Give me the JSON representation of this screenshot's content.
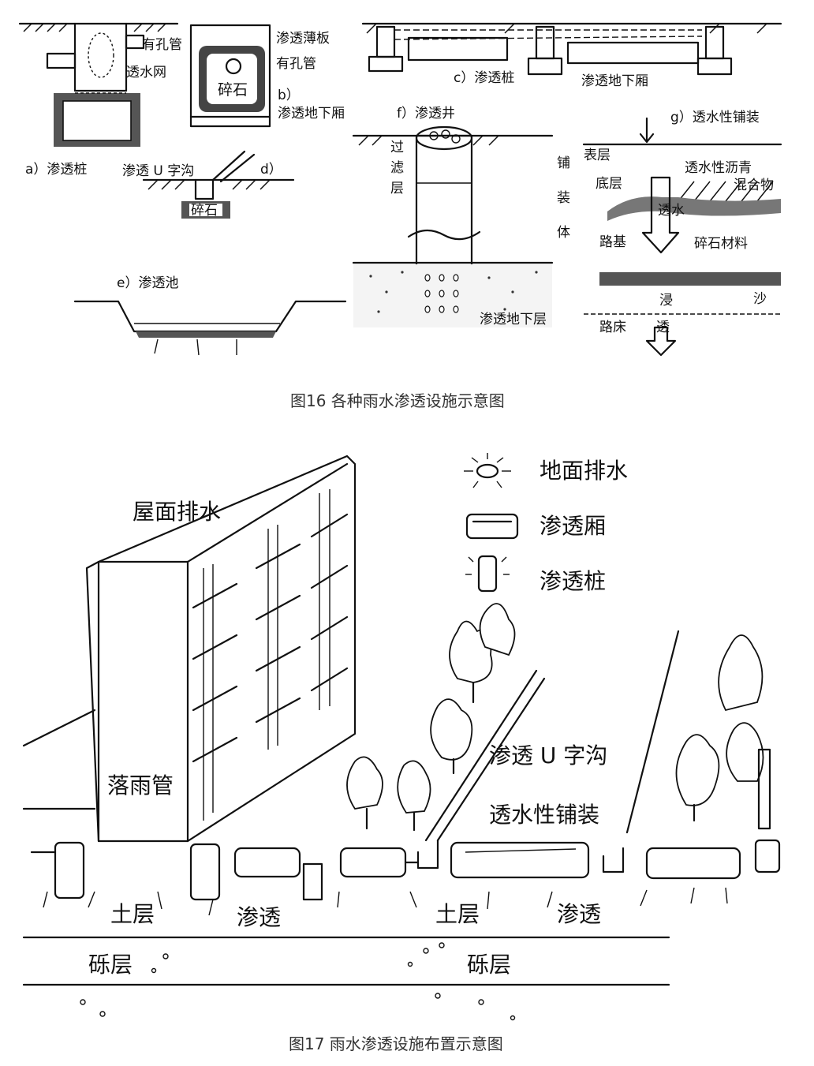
{
  "fig16": {
    "caption": "图16  各种雨水渗透设施示意图",
    "a": {
      "label": "a）渗透桩",
      "pipe": "有孔管",
      "net": "透水网"
    },
    "b": {
      "label": "b）",
      "label2": "渗透地下厢",
      "board": "渗透薄板",
      "pipe": "有孔管",
      "gravel": "碎石"
    },
    "c": {
      "label": "c）渗透桩",
      "chamber": "渗透地下厢"
    },
    "d": {
      "label": "渗透 U 字沟",
      "tag": "d）",
      "gravel": "碎石"
    },
    "e": {
      "label": "e）渗透池"
    },
    "f": {
      "label": "f）渗透井",
      "filter": [
        "过",
        "滤",
        "层"
      ],
      "layer": "渗透地下层",
      "pave": [
        "铺",
        "装",
        "体"
      ]
    },
    "g": {
      "label": "g）透水性铺装",
      "surface": "表层",
      "asphalt": "透水性沥青",
      "base": "底层",
      "mix": "混合物",
      "water": "透水",
      "subgrade": "路基",
      "gravel": "碎石材料",
      "soak": "浸",
      "sand": "沙",
      "bed": "路床",
      "through": "透"
    }
  },
  "fig17": {
    "caption": "图17   雨水渗透设施布置示意图",
    "roof": "屋面排水",
    "downpipe": "落雨管",
    "ditch": "渗透 U 字沟",
    "paving": "透水性铺装",
    "soil1": "土层",
    "soil2": "土层",
    "infil1": "渗透",
    "infil2": "渗透",
    "gravel1": "砾层",
    "gravel2": "砾层",
    "legend": [
      {
        "icon": "surface-drain-icon",
        "label": "地面排水"
      },
      {
        "icon": "infiltration-box-icon",
        "label": "渗透厢"
      },
      {
        "icon": "infiltration-pile-icon",
        "label": "渗透桩"
      }
    ]
  }
}
